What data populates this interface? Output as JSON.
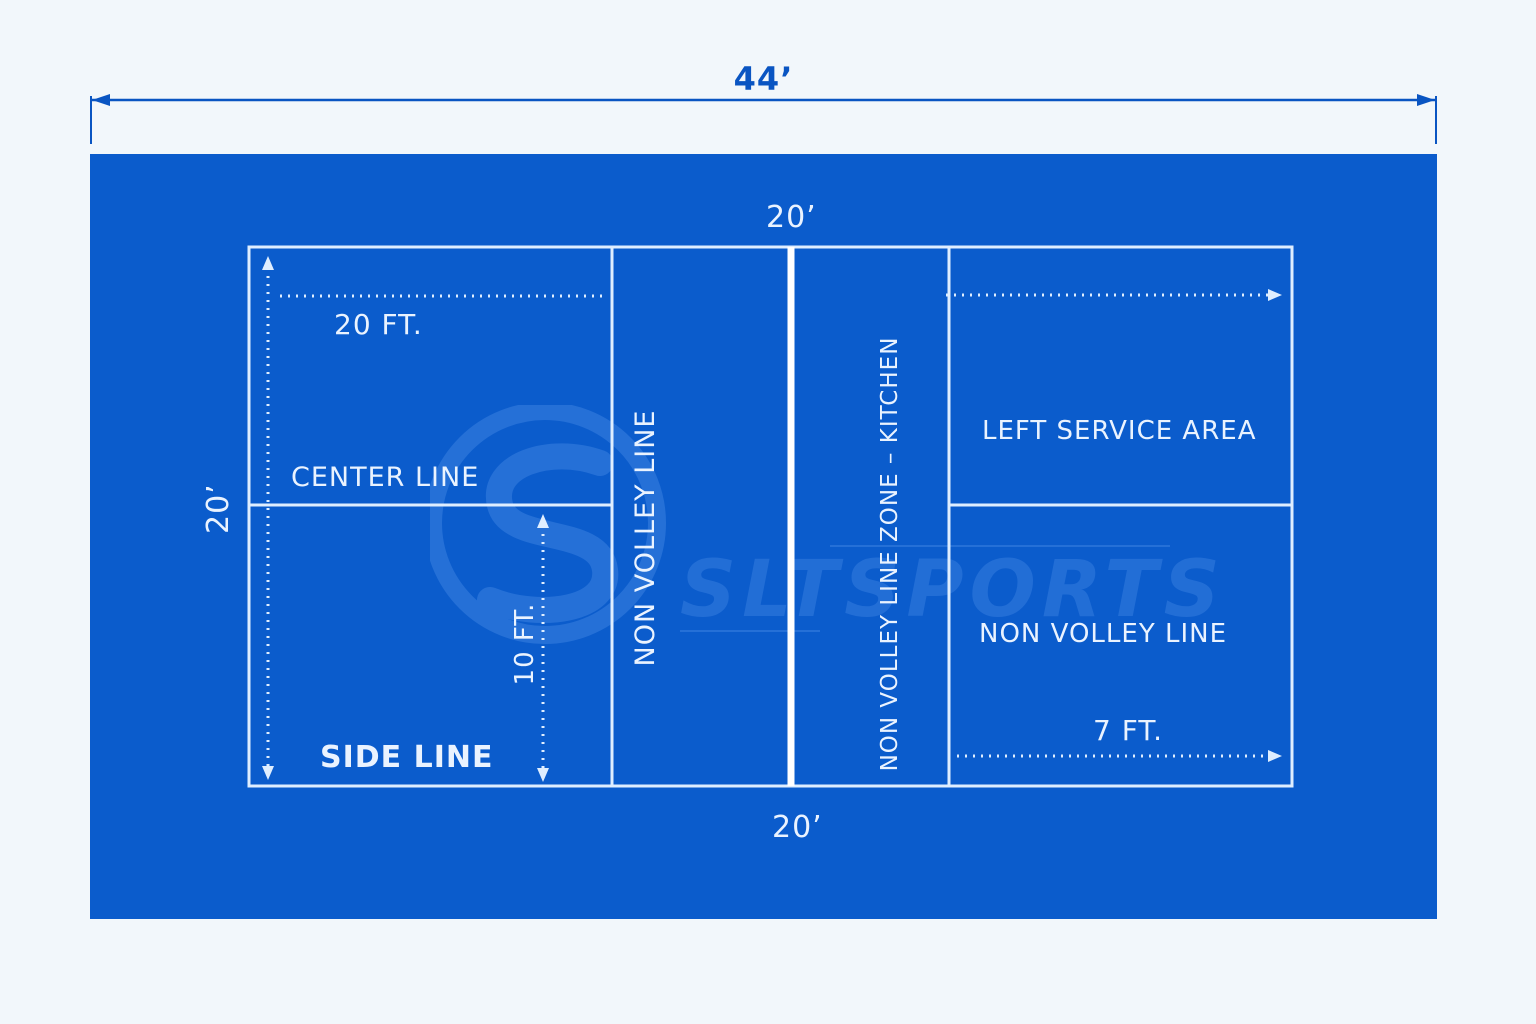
{
  "dimensions": {
    "total_width": "44’",
    "court_width_top": "20’",
    "court_width_bottom": "20’",
    "court_height": "20’"
  },
  "labels": {
    "twenty_ft": "20 FT.",
    "center_line": "CENTER LINE",
    "ten_ft": "10 FT.",
    "side_line": "SIDE LINE",
    "non_volley_line_vertical": "NON VOLLEY LINE",
    "non_volley_zone": "NON VOLLEY LINE ZONE – KITCHEN",
    "left_service_area": "LEFT SERVICE AREA",
    "non_volley_line_right": "NON VOLLEY LINE",
    "seven_ft": "7 FT."
  },
  "watermark": {
    "brand": "SLTSPORTS"
  },
  "colors": {
    "background": "#f2f7fb",
    "court": "#0b5ccc",
    "lines": "#dfeeff",
    "dimension": "#0a55c2"
  }
}
